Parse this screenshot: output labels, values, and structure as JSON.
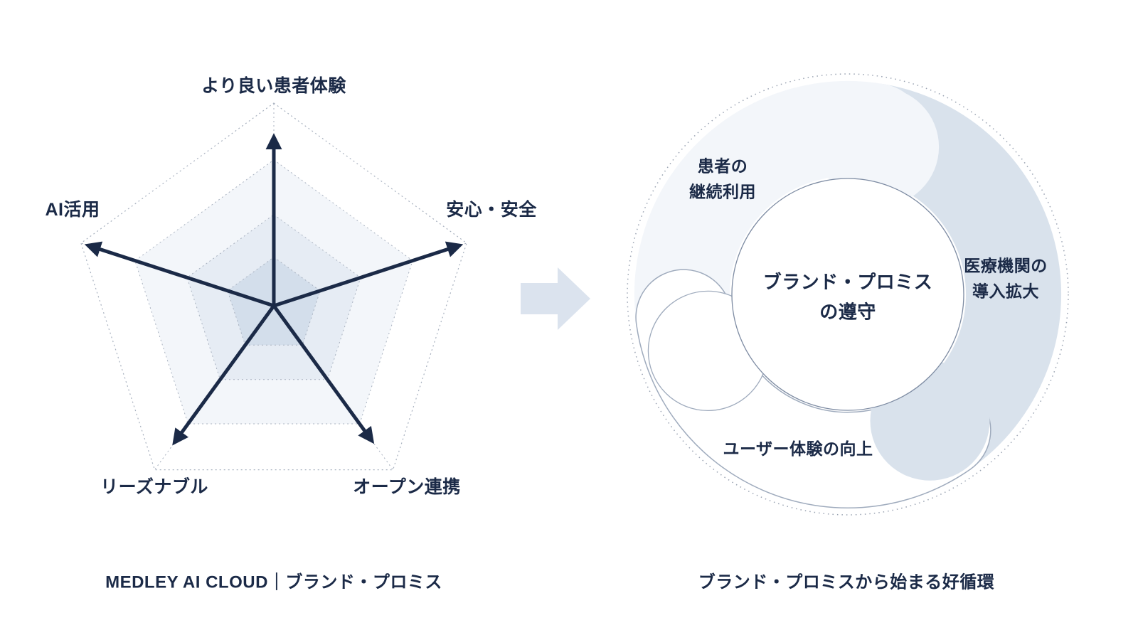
{
  "colors": {
    "navy": "#1b2a47",
    "dotted_line": "#a8b1bf",
    "radar_ring2_fill": "#f3f6fa",
    "radar_ring3_fill": "#e6ecf4",
    "radar_ring4_fill": "#d3deeb",
    "cycle_segment_light": "#f3f6fa",
    "cycle_segment_blue": "#d9e2ec",
    "cycle_segment_white": "#ffffff",
    "transition_arrow": "#dbe3ee"
  },
  "radar": {
    "axes": [
      {
        "label": "より良い患者体験",
        "position": "top",
        "value": 0.82
      },
      {
        "label": "安心・安全",
        "position": "upper-right",
        "value": 0.95
      },
      {
        "label": "オープン連携",
        "position": "lower-right",
        "value": 0.81
      },
      {
        "label": "リーズナブル",
        "position": "lower-left",
        "value": 0.82
      },
      {
        "label": "AI活用",
        "position": "upper-left",
        "value": 0.95
      }
    ],
    "caption": "MEDLEY AI CLOUD｜ブランド・プロミス"
  },
  "cycle": {
    "center": {
      "line1": "ブランド・プロミス",
      "line2": "の遵守"
    },
    "segments": [
      {
        "position": "top-left",
        "line1": "患者の",
        "line2": "継続利用"
      },
      {
        "position": "right",
        "line1": "医療機関の",
        "line2": "導入拡大"
      },
      {
        "position": "bottom",
        "line1": "ユーザー体験の向上"
      }
    ],
    "caption": "ブランド・プロミスから始まる好循環"
  }
}
